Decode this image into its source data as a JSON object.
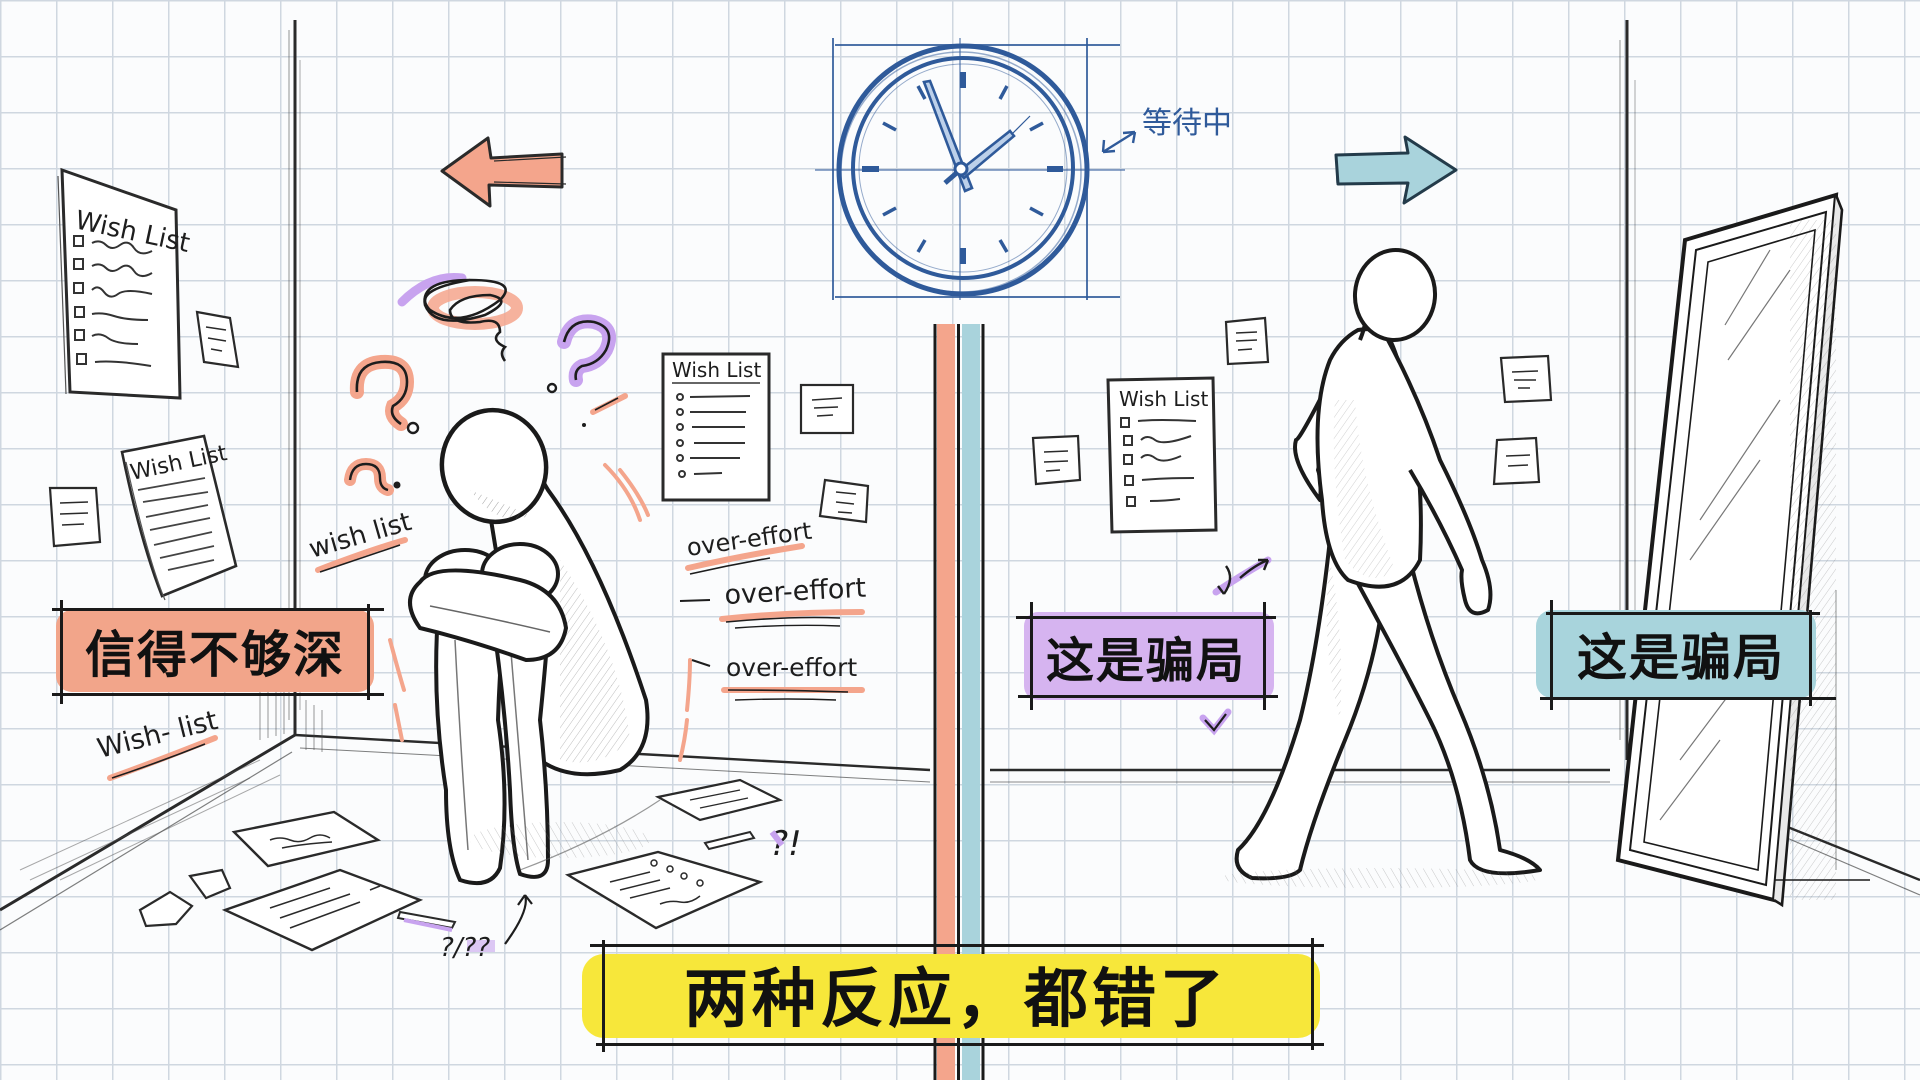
{
  "scene": {
    "title_caption": "两种反应，都错了",
    "clock": {
      "label": "等待中",
      "hour_hand_angle_deg": 60,
      "minute_hand_angle_deg": -25,
      "color": "#2f5a9a"
    },
    "left_panel": {
      "arrow_direction": "left",
      "arrow_color": "#f4a58c",
      "figure": "seated person hugging knees, head down",
      "label": "信得不够深",
      "label_color": "#f2a58a",
      "annotations": [
        "Wish List",
        "Wish List",
        "Wish List",
        "wish list",
        "Wish- list",
        "over-effort",
        "over-effort",
        "over-effort",
        "?",
        "?",
        "?",
        "?/??",
        "?!"
      ],
      "wish_list_wall_title": "Wish List",
      "wish_list_small_title": "Wish List",
      "wish_list_board_title": "Wish List",
      "handwritten_wish_list": "wish list",
      "handwritten_wish_list_2": "Wish- list",
      "over_effort_1": "over-effort",
      "over_effort_2": "over-effort",
      "over_effort_3": "over-effort",
      "floor_marks": "?/??",
      "floor_marks_2": "?!"
    },
    "right_panel": {
      "arrow_direction": "right",
      "arrow_color": "#a9d3dc",
      "figure": "person walking away toward mirror",
      "label_purple": "这是骗局",
      "label_purple_color": "#d6b4f0",
      "label_teal": "这是骗局",
      "label_teal_color": "#a8d4dc",
      "wish_list_title": "Wish List"
    },
    "divider": {
      "left_band_color": "#f4a58c",
      "right_band_color": "#a9d3dc"
    },
    "caption_highlight_color": "#f7e73a"
  }
}
